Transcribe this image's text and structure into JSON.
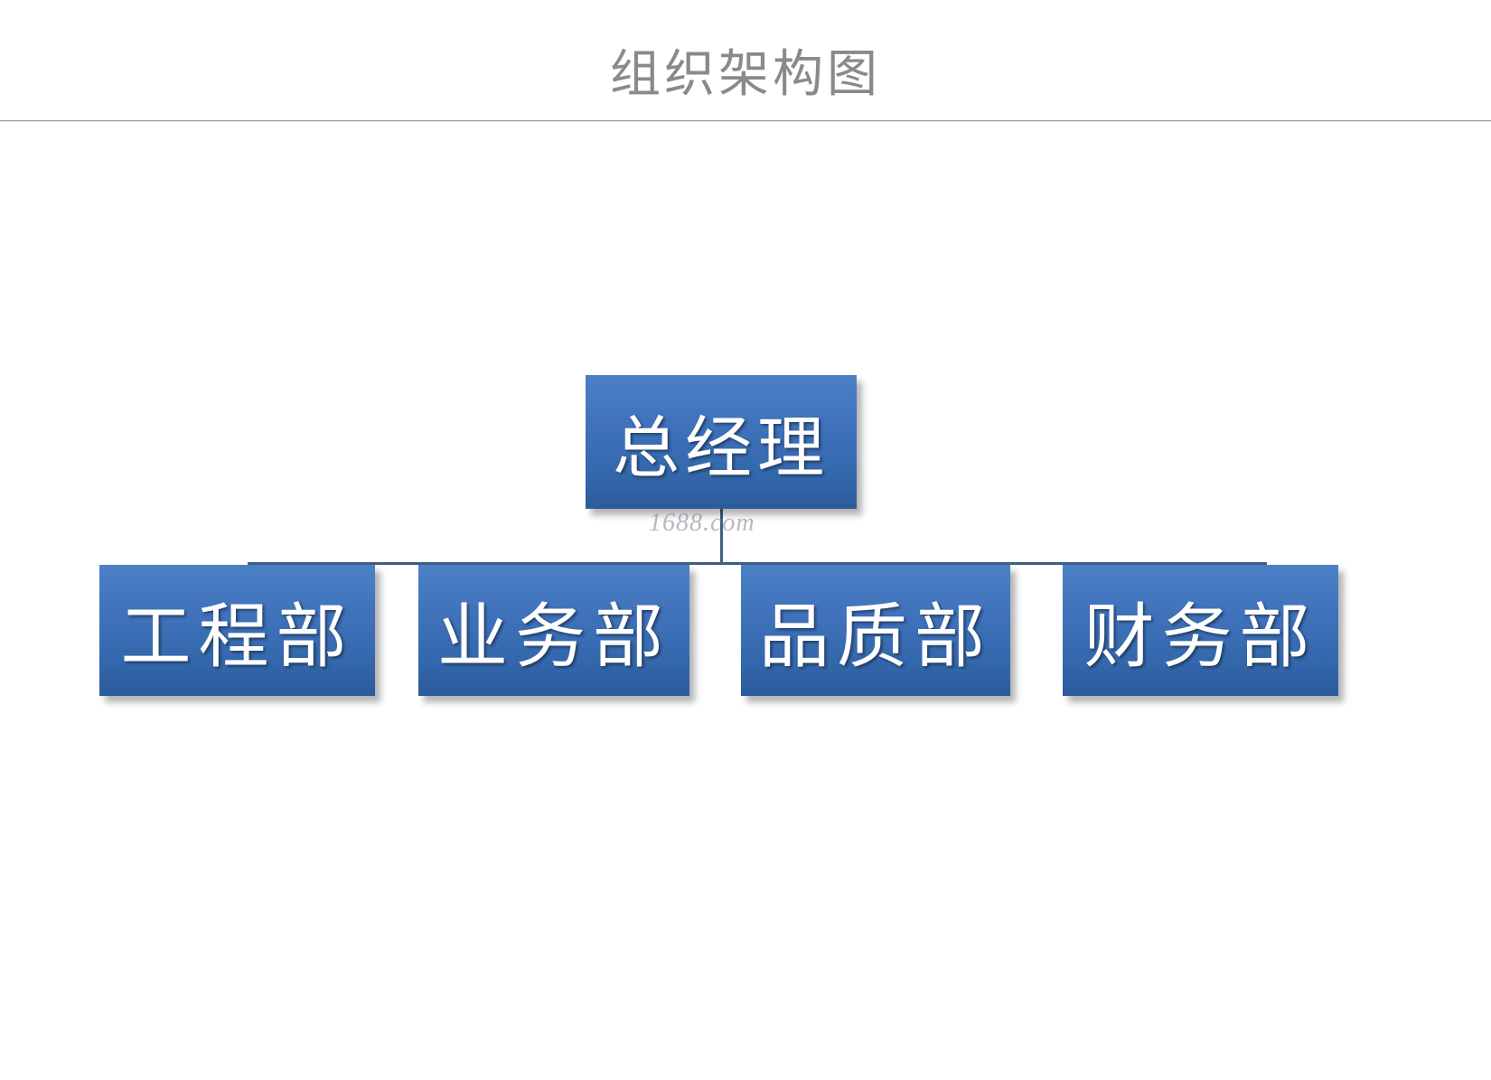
{
  "slide": {
    "title": "组织架构图",
    "background_color": "#ffffff",
    "title_color": "#8a8a8a",
    "rule_color": "#9a9a9a"
  },
  "watermark": {
    "text": "1688.com"
  },
  "theme": {
    "box_fill_top": "#4b80c6",
    "box_fill_bottom": "#2b5b9b",
    "box_text_color": "#ffffff",
    "connector_color": "#3c5f82"
  },
  "chart_data": {
    "type": "diagram",
    "diagram_type": "org-chart",
    "title": "组织架构图",
    "root": {
      "id": "root",
      "label": "总经理"
    },
    "children": [
      {
        "id": "child-0",
        "label": "工程部"
      },
      {
        "id": "child-1",
        "label": "业务部"
      },
      {
        "id": "child-2",
        "label": "品质部"
      },
      {
        "id": "child-3",
        "label": "财务部"
      }
    ],
    "edges": [
      {
        "from": "root",
        "to": "child-0"
      },
      {
        "from": "root",
        "to": "child-1"
      },
      {
        "from": "root",
        "to": "child-2"
      },
      {
        "from": "root",
        "to": "child-3"
      }
    ],
    "levels": 2,
    "orientation": "top-down"
  }
}
